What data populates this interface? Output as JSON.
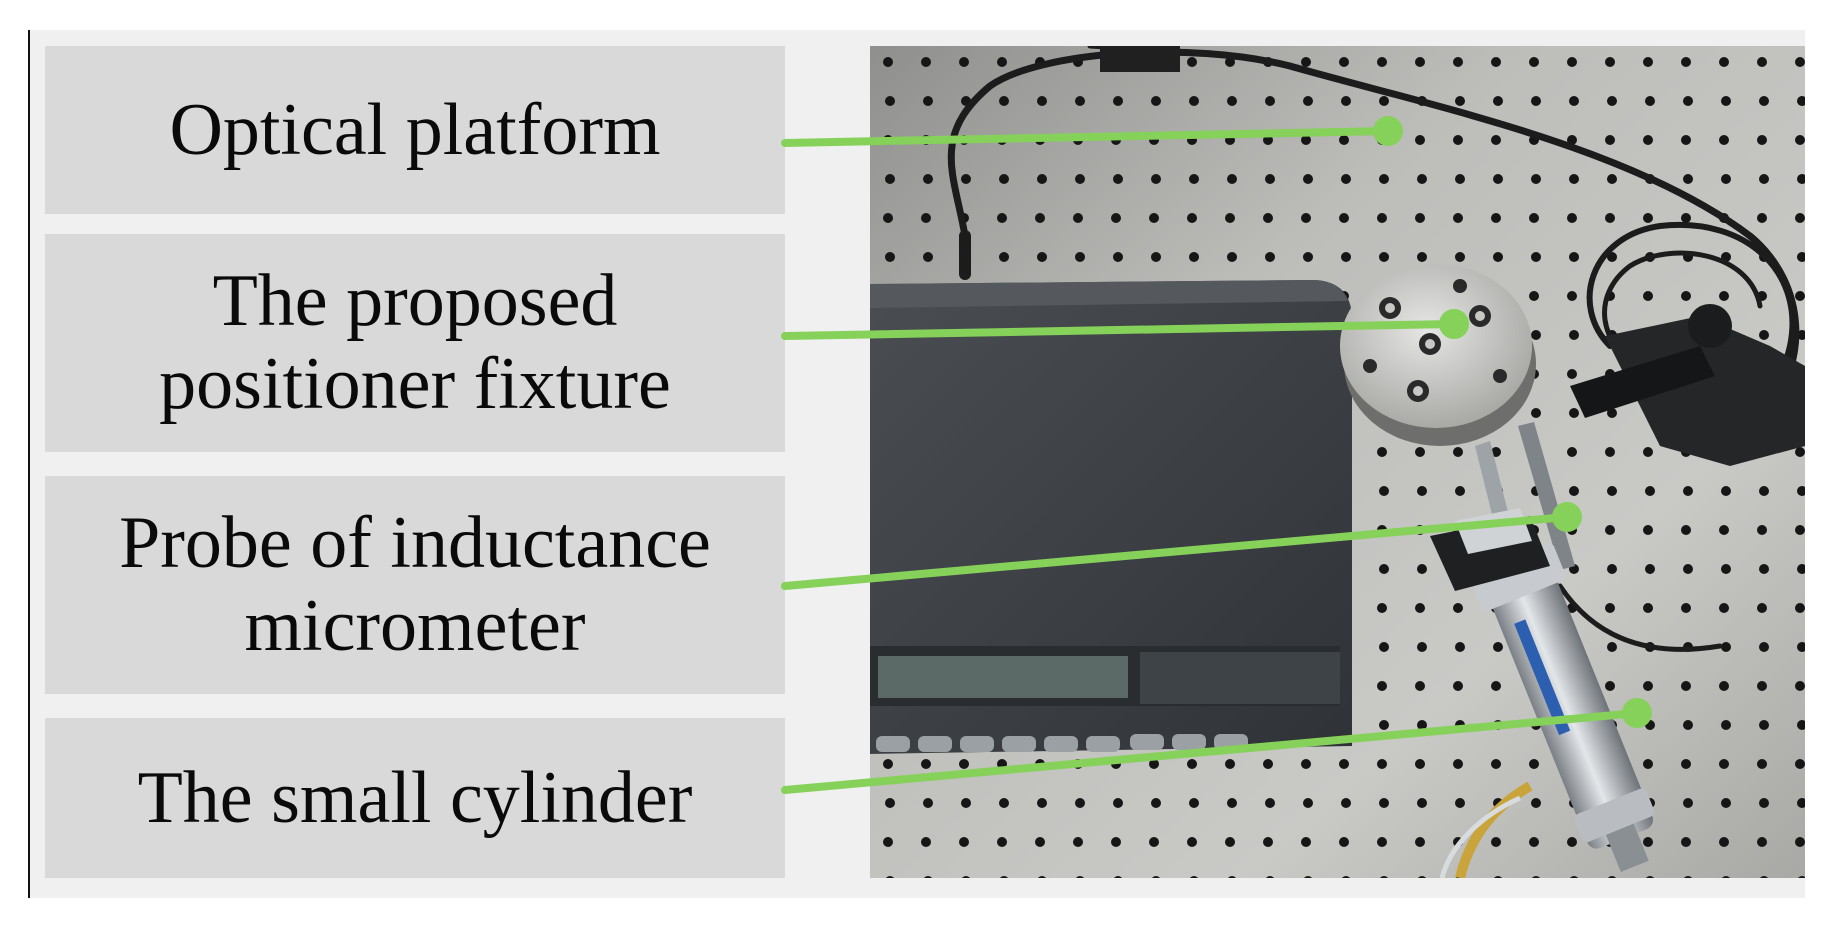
{
  "labels": [
    {
      "id": "optical-platform",
      "text": "Optical platform"
    },
    {
      "id": "positioner-fixture",
      "text": "The proposed\npositioner fixture"
    },
    {
      "id": "probe",
      "text": "Probe of inductance\nmicrometer"
    },
    {
      "id": "small-cylinder",
      "text": "The small cylinder"
    }
  ],
  "colors": {
    "callout_line": "#86d15a",
    "label_box": "#d9d9d9",
    "table_surface": "#b9b9b6",
    "table_hole": "#1a1a1a",
    "device_body": "#3b3f43"
  }
}
